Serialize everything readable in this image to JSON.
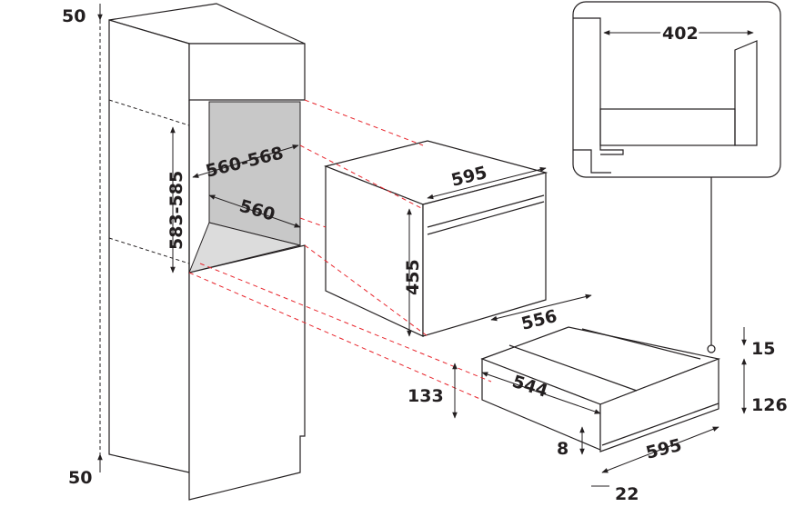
{
  "dimensions": {
    "cabinet_top_gap": "50",
    "cabinet_bottom_gap": "50",
    "niche_width": "560-568",
    "niche_height": "583-585",
    "niche_depth": "560",
    "oven_width": "595",
    "oven_height": "455",
    "drawer_depth_top": "556",
    "drawer_depth": "544",
    "drawer_total_height": "133",
    "drawer_gap": "8",
    "drawer_width": "595",
    "drawer_front_height": "126",
    "drawer_top_offset": "15",
    "drawer_front_offset": "22",
    "detail_inner_width": "402"
  },
  "colors": {
    "line": "#231f20",
    "alignment": "#e8262d",
    "niche": "#c8c8c8"
  }
}
